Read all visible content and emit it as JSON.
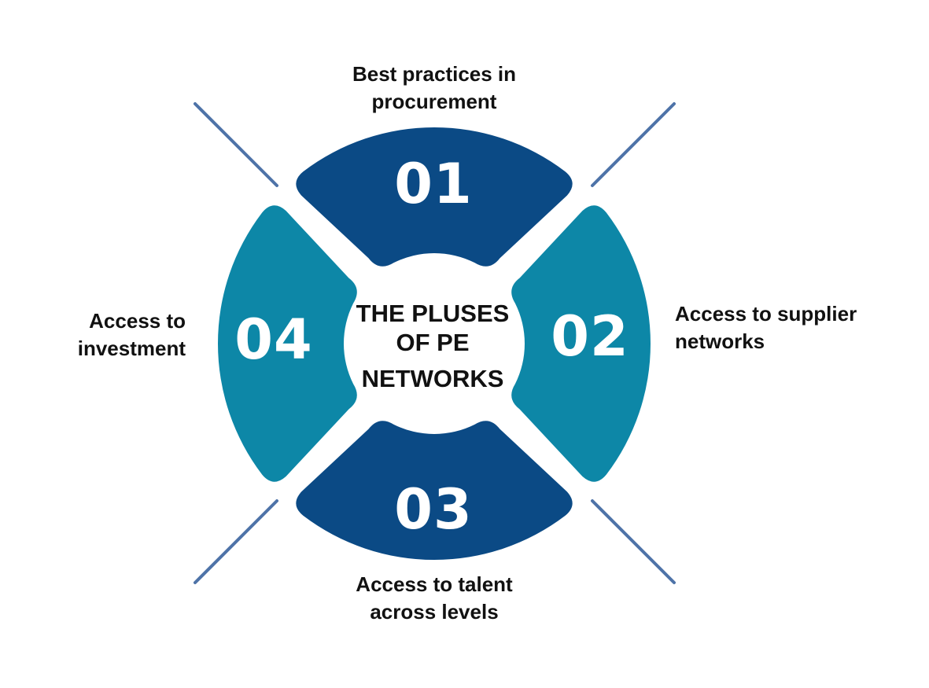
{
  "colors": {
    "segment_dark": "#0b4a85",
    "segment_teal": "#0d87a7",
    "diagonal_lines": "#4e73a8",
    "text": "#111111"
  },
  "center": {
    "title_lines": [
      "THE PLUSES",
      "OF PE",
      "NETWORKS"
    ]
  },
  "segments": [
    {
      "number": "01",
      "label_lines": [
        "Best practices in",
        "procurement"
      ]
    },
    {
      "number": "02",
      "label_lines": [
        "Access to supplier",
        "networks"
      ]
    },
    {
      "number": "03",
      "label_lines": [
        "Access to talent",
        "across levels"
      ]
    },
    {
      "number": "04",
      "label_lines": [
        "Access to",
        "investment"
      ]
    }
  ]
}
